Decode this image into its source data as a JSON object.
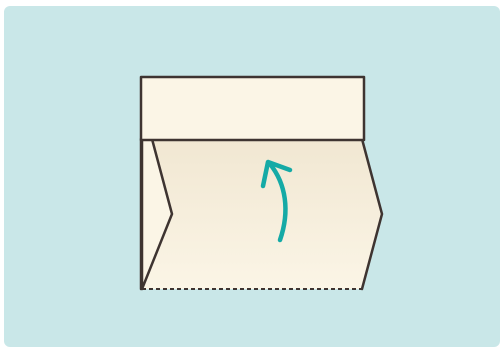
{
  "diagram": {
    "kind": "paper-folding-step",
    "background_color": "#c9e7e8",
    "paper_color": "#fbf5e6",
    "paper_shade_color": "#f1e7d2",
    "outline_color": "#3e3431",
    "arrow_color": "#15aaa6",
    "arrow": {
      "icon": "curved-up-arrow",
      "meaning": "fold upward"
    },
    "fold_line": {
      "style": "dashed",
      "position": "bottom"
    }
  }
}
